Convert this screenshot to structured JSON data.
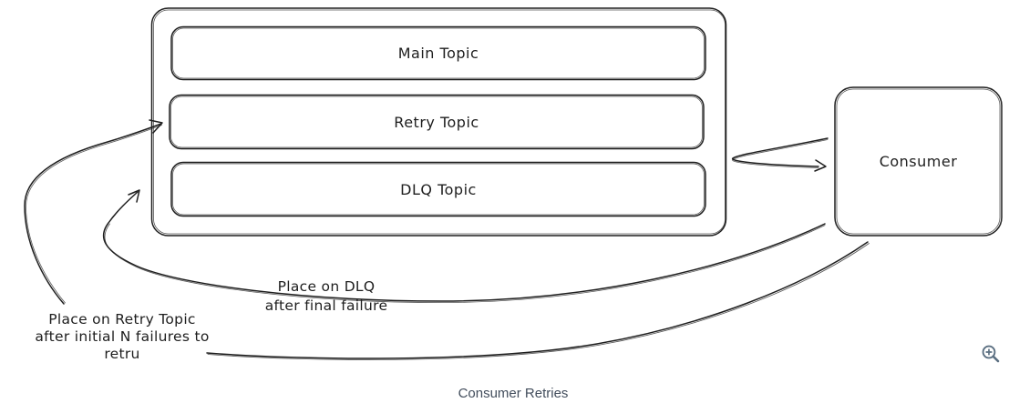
{
  "diagram": {
    "nodes": {
      "topics_group": {
        "role": "container for kafka topics"
      },
      "main_topic": {
        "label": "Main Topic"
      },
      "retry_topic": {
        "label": "Retry Topic"
      },
      "dlq_topic": {
        "label": "DLQ Topic"
      },
      "consumer": {
        "label": "Consumer"
      }
    },
    "annotations": {
      "dlq_note": {
        "line1": "Place on DLQ",
        "line2": "after final failure"
      },
      "retry_note": {
        "line1": "Place on Retry Topic",
        "line2": "after initial N failures to",
        "line3": "retru"
      }
    },
    "edges": [
      {
        "from": "topics_group",
        "to": "consumer",
        "style": "hairpin-arrow"
      },
      {
        "from": "consumer",
        "to": "dlq_topic",
        "label": "Place on DLQ after final failure",
        "style": "long-sweep-arrow"
      },
      {
        "from": "consumer",
        "to": "retry_topic",
        "label": "Place on Retry Topic after initial N failures to retru",
        "style": "long-sweep-arrow"
      }
    ],
    "colors": {
      "ink": "#1e1e1e",
      "background": "#ffffff"
    }
  },
  "caption": {
    "text": "Consumer Retries",
    "color": "#424d5c"
  },
  "controls": {
    "zoom_icon": "zoom-in-magnifier-plus",
    "zoom_icon_color": "#5c7082"
  }
}
